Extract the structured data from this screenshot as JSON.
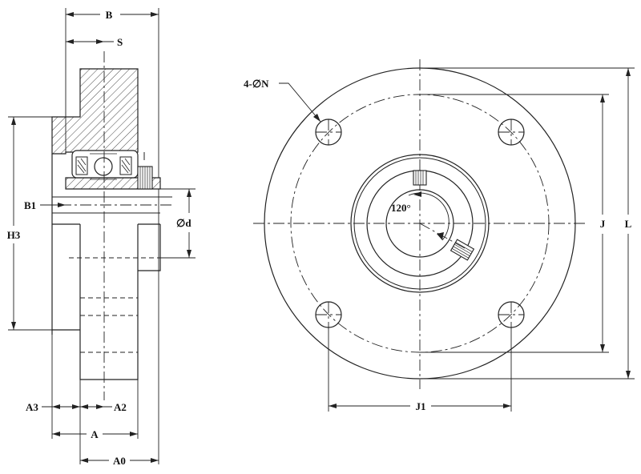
{
  "labels": {
    "B": "B",
    "S": "S",
    "B1": "B1",
    "H3": "H3",
    "d": "∅d",
    "A3": "A3",
    "A2": "A2",
    "A": "A",
    "A0": "A0",
    "N": "4-∅N",
    "angle": "120°",
    "J": "J",
    "L": "L",
    "J1": "J1"
  },
  "colors": {
    "line": "#222222",
    "background": "#ffffff"
  }
}
